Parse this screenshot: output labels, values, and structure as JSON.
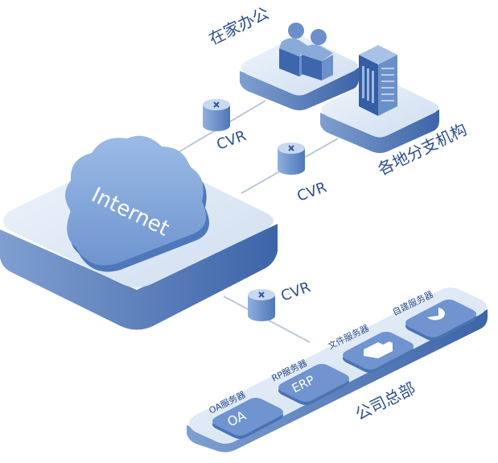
{
  "internet_label": "Internet",
  "nodes": {
    "home_office": "在家办公",
    "branches": "各地分支机构",
    "headquarters": "公司总部"
  },
  "links": [
    "CVR",
    "CVR",
    "CVR"
  ],
  "servers": [
    {
      "label": "OA服务器",
      "badge": "OA"
    },
    {
      "label": "RP服务器",
      "badge": "ERP"
    },
    {
      "label": "文件服务器",
      "icon": "folder-icon"
    },
    {
      "label": "自建服务器",
      "icon": "pie-chart-icon"
    }
  ],
  "colors": {
    "platform_top": "#d9e6f5",
    "platform_side": "#4a73b3",
    "accent": "#3b6db3",
    "label": "#2f4f8a",
    "link_line": "#b9c7d8"
  }
}
